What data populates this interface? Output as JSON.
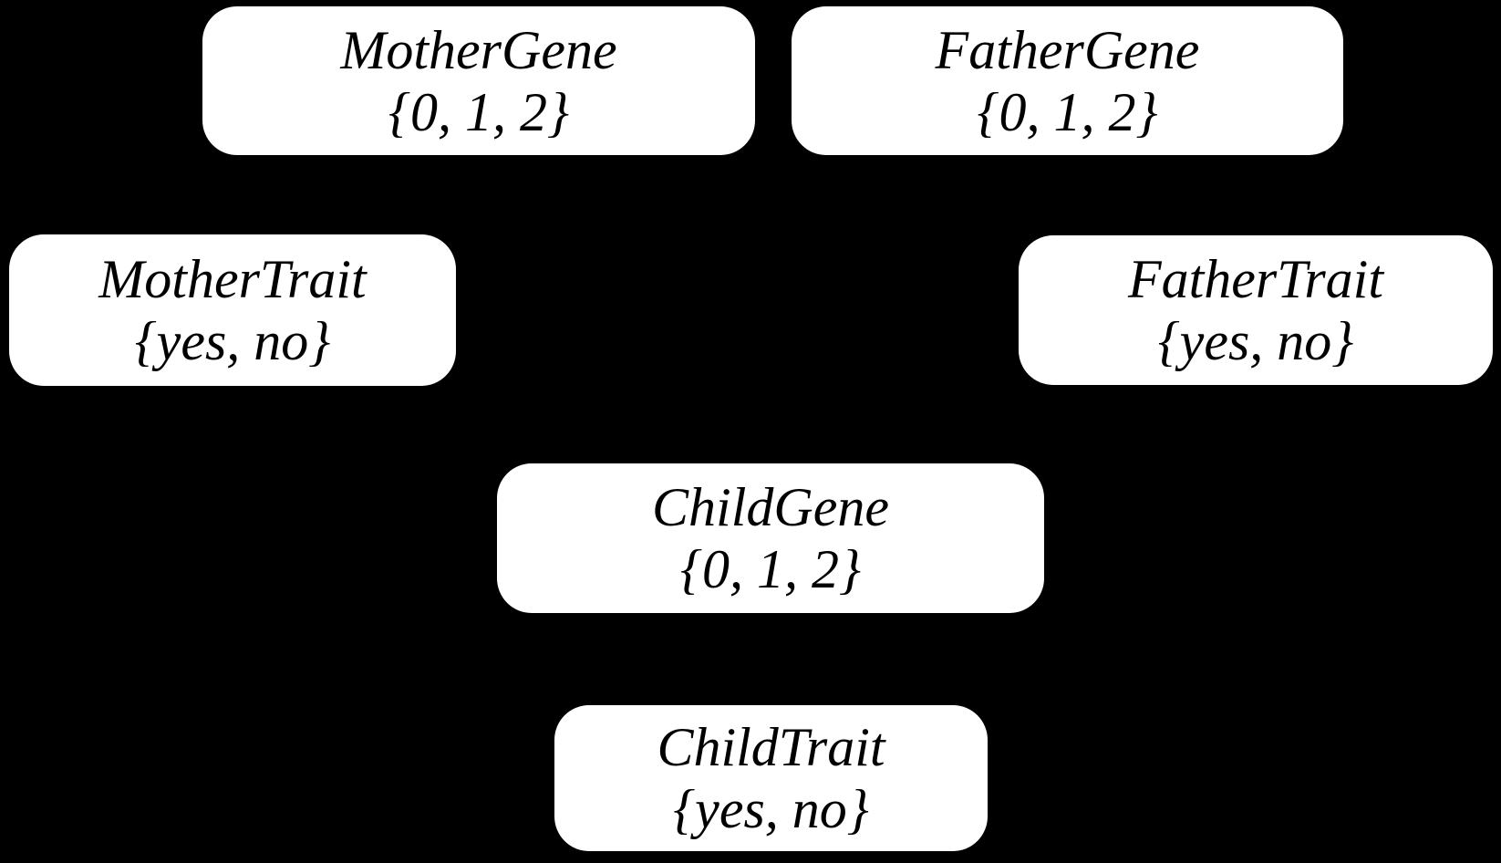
{
  "diagram": {
    "background_color": "#000000",
    "node_fill_color": "#ffffff",
    "node_text_color": "#000000",
    "nodes": [
      {
        "id": "mother-gene",
        "title": "MotherGene",
        "domain_label": "{0, 1, 2}"
      },
      {
        "id": "father-gene",
        "title": "FatherGene",
        "domain_label": "{0, 1, 2}"
      },
      {
        "id": "mother-trait",
        "title": "MotherTrait",
        "domain_label": "{yes, no}"
      },
      {
        "id": "father-trait",
        "title": "FatherTrait",
        "domain_label": "{yes, no}"
      },
      {
        "id": "child-gene",
        "title": "ChildGene",
        "domain_label": "{0, 1, 2}"
      },
      {
        "id": "child-trait",
        "title": "ChildTrait",
        "domain_label": "{yes, no}"
      }
    ]
  }
}
